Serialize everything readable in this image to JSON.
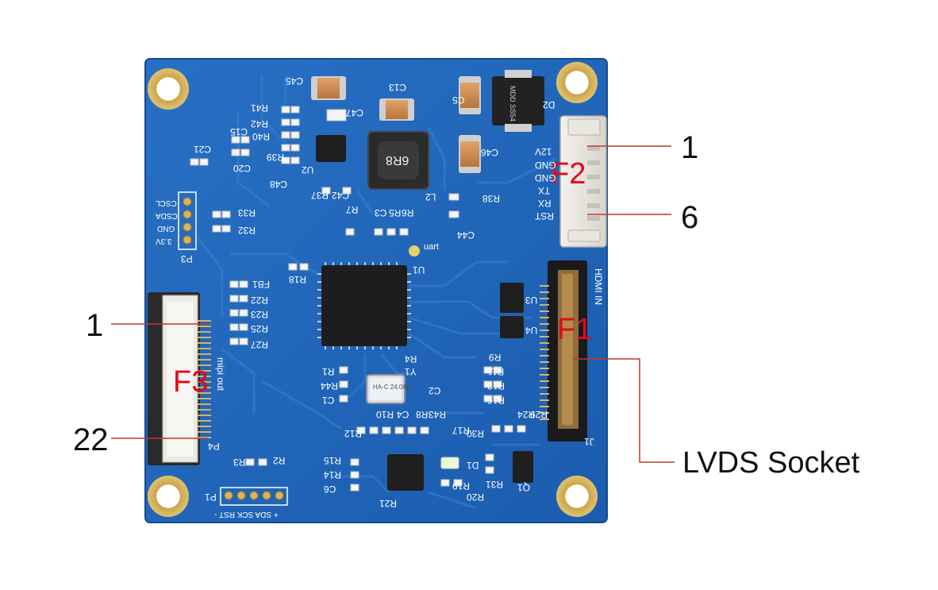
{
  "board": {
    "callouts": {
      "f2_pin_top": "1",
      "f2_pin_bottom": "6",
      "f3_pin_top": "1",
      "f3_pin_bottom": "22",
      "lvds": "LVDS Socket"
    },
    "connector_labels": {
      "f1": "F1",
      "f2": "F2",
      "f3": "F3"
    },
    "silkscreen": {
      "hdmi_in": "HDMI IN",
      "uart_pins": [
        "12V",
        "GND",
        "GND",
        "TX",
        "RX",
        "RST"
      ],
      "p3_pins": [
        "CSCL",
        "CSDA",
        "GND",
        "3.3V"
      ],
      "p3": "P3",
      "p1_pins": "+ SDA SCK RST -",
      "p1": "P1",
      "mipi_out": "mipi out",
      "uart": "uart",
      "inductor": "6R8",
      "crystal": "HA-C 24.0858",
      "diode": "MDD SS54",
      "refs": [
        "R41",
        "R42",
        "R40",
        "R39",
        "C15",
        "C20",
        "C21",
        "C45",
        "C47",
        "C13",
        "C5",
        "D2",
        "C46",
        "U2",
        "C48",
        "C42",
        "R37",
        "R7",
        "C3",
        "R5",
        "R6",
        "L2",
        "R38",
        "C44",
        "R33",
        "R32",
        "U1",
        "R18",
        "FB1",
        "R22",
        "R23",
        "R25",
        "R27",
        "U3",
        "U4",
        "R9",
        "R11",
        "R13",
        "R16",
        "R4",
        "Y1",
        "C2",
        "R1",
        "R44",
        "C1",
        "R43",
        "R8",
        "C4",
        "R10",
        "R29",
        "R24",
        "R12",
        "R30",
        "R17",
        "D1",
        "R15",
        "R14",
        "C6",
        "R19",
        "R20",
        "R31",
        "Q1",
        "R21",
        "R2",
        "R3",
        "P4",
        "J1"
      ]
    },
    "colors": {
      "pcb": "#1e63b8",
      "trace": "#2a73c6",
      "pad_gold": "#d9b65a",
      "callout_red": "#e10a18"
    }
  }
}
